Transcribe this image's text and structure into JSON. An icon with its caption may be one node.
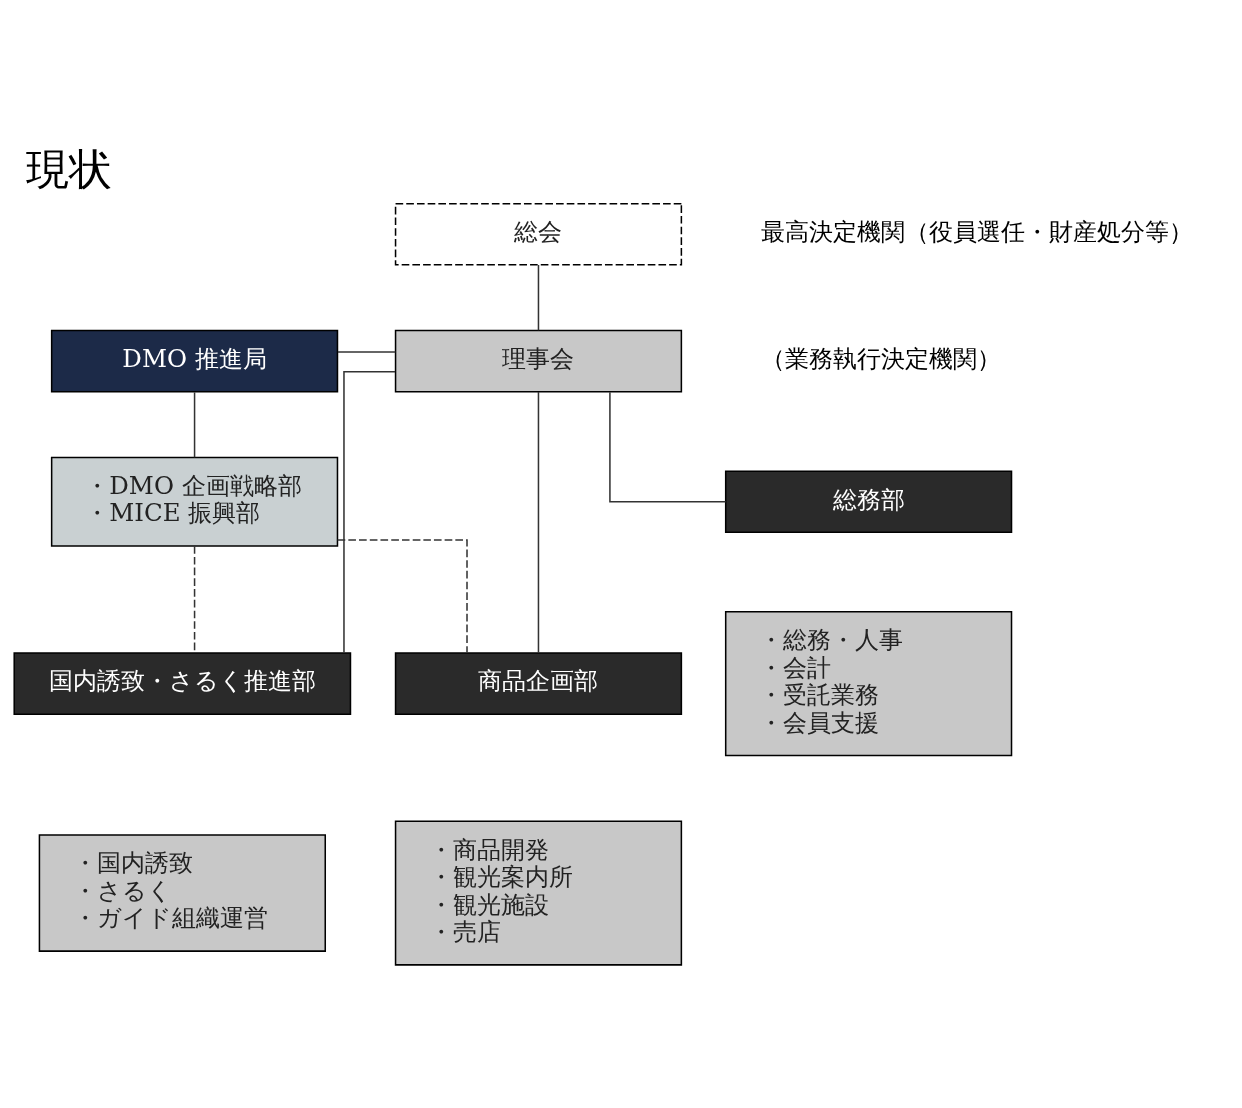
{
  "diagram": {
    "title": "現状",
    "nodes": [
      {
        "text": [
          "総会"
        ],
        "beside": [
          "最高決定機関（役員選任・財産処分等）"
        ]
      },
      {
        "text": [
          "理事会"
        ],
        "beside": [
          "（業務執行決定機関）"
        ]
      },
      {
        "text": [
          "DMO 推進局"
        ]
      },
      {
        "text": [
          "・DMO 企画戦略部",
          "・MICE 振興部"
        ]
      },
      {
        "text": [
          "商品企画部"
        ]
      },
      {
        "text": [
          "・商品開発",
          "・観光案内所",
          "・観光施設",
          "・売店"
        ]
      },
      {
        "text": [
          "国内誘致・さるく推進部"
        ]
      },
      {
        "text": [
          "・国内誘致",
          "・さるく",
          "・ガイド組織運営"
        ]
      },
      {
        "text": [
          "総務部"
        ]
      },
      {
        "text": [
          "・総務・人事",
          "・会計",
          "・受託業務",
          "・会員支援"
        ]
      }
    ],
    "edges": [
      {
        "from": 0,
        "to": 1,
        "arrow": "none"
      },
      {
        "from": 2,
        "to": 1,
        "arrow": "none"
      },
      {
        "from": 2,
        "to": 3,
        "arrow": "none"
      },
      {
        "from": 1,
        "to": 4,
        "arrow": "none"
      },
      {
        "from": 1,
        "to": 6,
        "arrow": "none"
      },
      {
        "from": 1,
        "to": 8,
        "arrow": "none"
      },
      {
        "from": 3,
        "to": 4,
        "arrow": "none",
        "style": "dashed"
      },
      {
        "from": 3,
        "to": 6,
        "arrow": "none",
        "style": "dashed"
      }
    ]
  }
}
